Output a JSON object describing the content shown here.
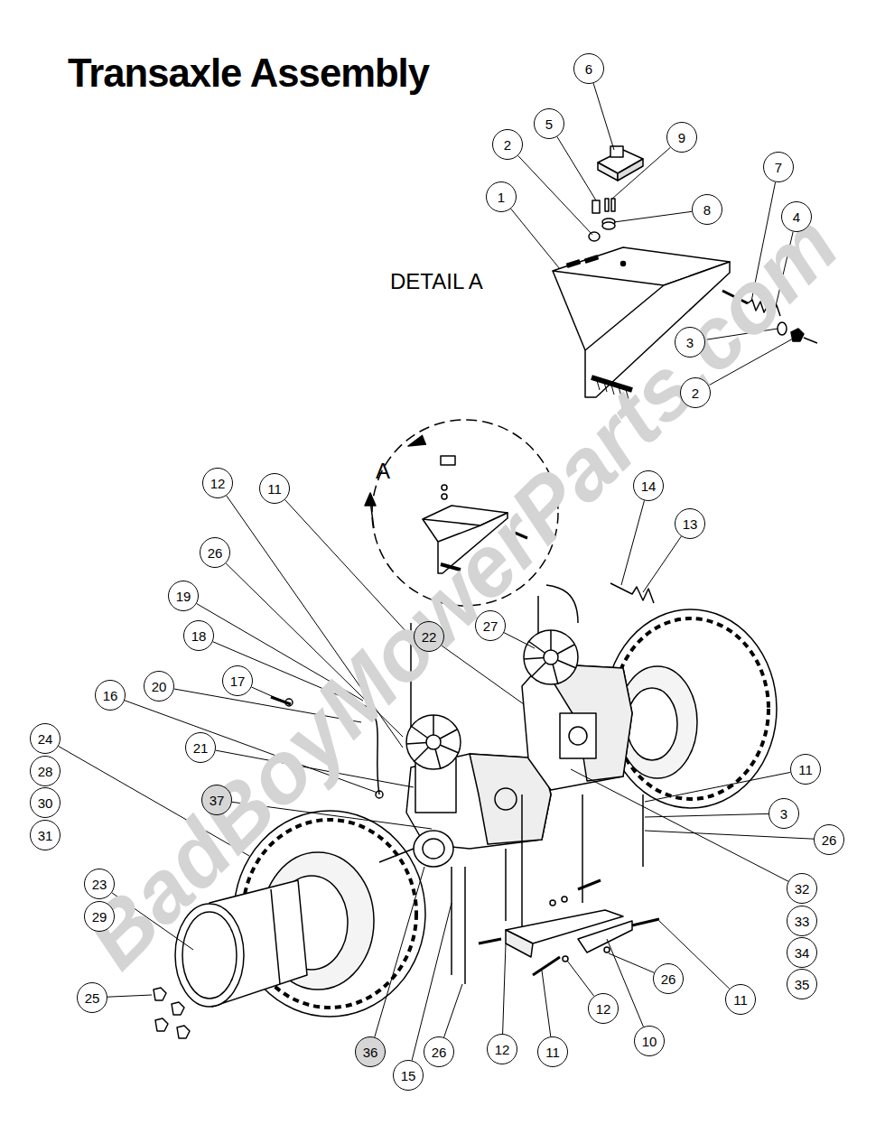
{
  "diagram": {
    "title": "Transaxle Assembly",
    "nodes": [
      {
        "text": [
          "6"
        ]
      },
      {
        "text": [
          "5"
        ]
      },
      {
        "text": [
          "9"
        ]
      },
      {
        "text": [
          "2"
        ]
      },
      {
        "text": [
          "7"
        ]
      },
      {
        "text": [
          "8"
        ]
      },
      {
        "text": [
          "1"
        ]
      },
      {
        "text": [
          "4"
        ]
      },
      {
        "text": [
          "3"
        ]
      },
      {
        "text": [
          "2"
        ]
      },
      {
        "text": [
          "14"
        ]
      },
      {
        "text": [
          "12"
        ]
      },
      {
        "text": [
          "11"
        ]
      },
      {
        "text": [
          "13"
        ]
      },
      {
        "text": [
          "26"
        ]
      },
      {
        "text": [
          "19"
        ]
      },
      {
        "text": [
          "27"
        ]
      },
      {
        "text": [
          "22"
        ]
      },
      {
        "text": [
          "18"
        ]
      },
      {
        "text": [
          "17"
        ]
      },
      {
        "text": [
          "20"
        ]
      },
      {
        "text": [
          "16"
        ]
      },
      {
        "text": [
          "24"
        ]
      },
      {
        "text": [
          "21"
        ]
      },
      {
        "text": [
          "28"
        ]
      },
      {
        "text": [
          "11"
        ]
      },
      {
        "text": [
          "37"
        ]
      },
      {
        "text": [
          "30"
        ]
      },
      {
        "text": [
          "3"
        ]
      },
      {
        "text": [
          "31"
        ]
      },
      {
        "text": [
          "26"
        ]
      },
      {
        "text": [
          "23"
        ]
      },
      {
        "text": [
          "32"
        ]
      },
      {
        "text": [
          "29"
        ]
      },
      {
        "text": [
          "33"
        ]
      },
      {
        "text": [
          "34"
        ]
      },
      {
        "text": [
          "26"
        ]
      },
      {
        "text": [
          "35"
        ]
      },
      {
        "text": [
          "25"
        ]
      },
      {
        "text": [
          "11"
        ]
      },
      {
        "text": [
          "12"
        ]
      },
      {
        "text": [
          "10"
        ]
      },
      {
        "text": [
          "26"
        ]
      },
      {
        "text": [
          "36"
        ]
      },
      {
        "text": [
          "12"
        ]
      },
      {
        "text": [
          "11"
        ]
      },
      {
        "text": [
          "15"
        ]
      }
    ],
    "labels": [
      "DETAIL A",
      "A",
      "BadBoyMowerParts.com"
    ]
  }
}
